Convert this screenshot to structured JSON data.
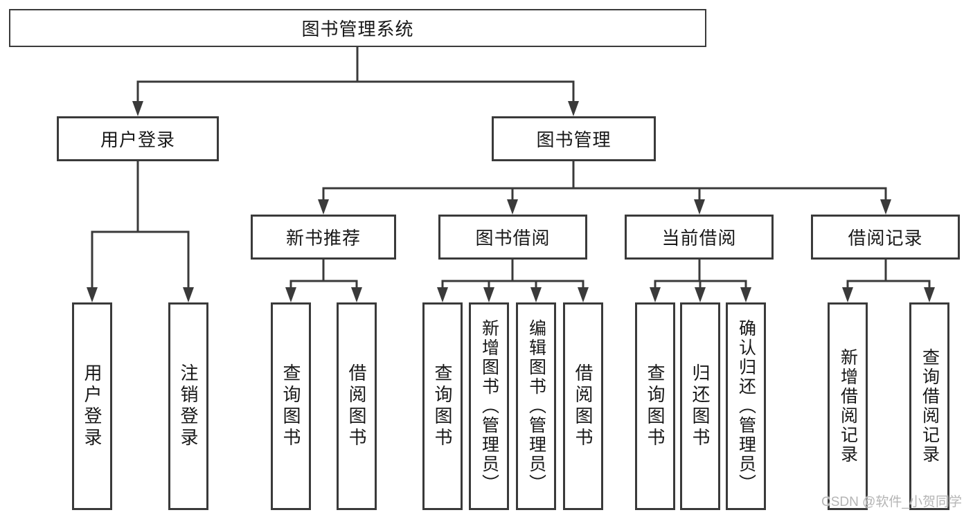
{
  "diagram": {
    "root": {
      "label": "图书管理系统"
    },
    "user_branch": {
      "label": "用户登录",
      "children": [
        "用户登录",
        "注销登录"
      ]
    },
    "book_branch": {
      "label": "图书管理",
      "sections": [
        {
          "label": "新书推荐",
          "children": [
            "查询图书",
            "借阅图书"
          ]
        },
        {
          "label": "图书借阅",
          "children": [
            "查询图书",
            "新增图书（管理员）",
            "编辑图书（管理员）",
            "借阅图书"
          ]
        },
        {
          "label": "当前借阅",
          "children": [
            "查询图书",
            "归还图书",
            "确认归还（管理员）"
          ]
        },
        {
          "label": "借阅记录",
          "children": [
            "新增借阅记录",
            "查询借阅记录"
          ]
        }
      ]
    }
  },
  "watermark": {
    "text": "CSDN @软件_小贺同学"
  },
  "colors": {
    "line": "#3a3a3a",
    "text": "#181818",
    "watermark": "#b5b5b5",
    "background": "#ffffff"
  }
}
